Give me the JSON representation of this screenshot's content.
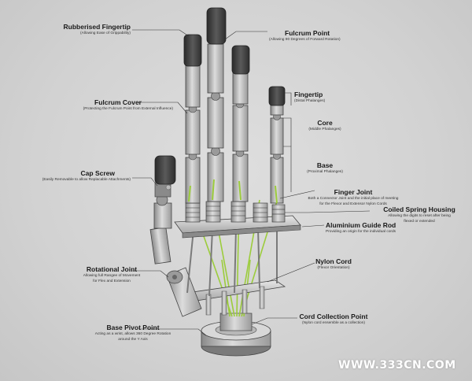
{
  "labels": {
    "rubberised_fingertip": {
      "title": "Rubberised Fingertip",
      "sub": "(Allowing Ease of Grippability)"
    },
    "fulcrum_point": {
      "title": "Fulcrum Point",
      "sub": "(Allowing 90 Degrees of Forward Rotation)"
    },
    "fulcrum_cover": {
      "title": "Fulcrum Cover",
      "sub": "(Protecting the Fulcrum Point from External Influence)"
    },
    "fingertip": {
      "title": "Fingertip",
      "sub": "(Distal Phalanges)"
    },
    "core": {
      "title": "Core",
      "sub": "(Middle Phalanges)"
    },
    "base": {
      "title": "Base",
      "sub": "(Proximal Phalanges)"
    },
    "cap_screw": {
      "title": "Cap Screw",
      "sub": "(Easily Removable to allow Replacable Attachments)"
    },
    "finger_joint": {
      "title": "Finger Joint",
      "sub1": "Both a Connector Joint and the initial place of meeting",
      "sub2": "for the Flexor and Extensor Nylon Cords"
    },
    "coiled_spring_housing": {
      "title": "Coiled Spring Housing",
      "sub1": "Allowing the digits to reset after being",
      "sub2": "flexed or extended"
    },
    "aluminium_guide_rod": {
      "title": "Aluminium Guide Rod",
      "sub": "Providing an origin for the individual cords"
    },
    "nylon_cord": {
      "title": "Nylon Cord",
      "sub": "(Flexor Orientation)"
    },
    "rotational_joint": {
      "title": "Rotational Joint",
      "sub1": "Allowing full Rangee of Movement",
      "sub2": "for Flex and Extension"
    },
    "cord_collection_point": {
      "title": "Cord Collection Point",
      "sub": "(Nylon cord ensemble as a collection)"
    },
    "base_pivot_point": {
      "title": "Base Pivot Point",
      "sub1": "Acting as a wrist, allows 360 Degree Rotation",
      "sub2": "around the Y Axis"
    }
  },
  "watermark": "WWW.333CN.COM",
  "colors": {
    "background": "#d4d4d4",
    "accent_cord": "#9ccc3c",
    "metal": "#bdbdbd",
    "rubber": "#3a3a3a"
  }
}
